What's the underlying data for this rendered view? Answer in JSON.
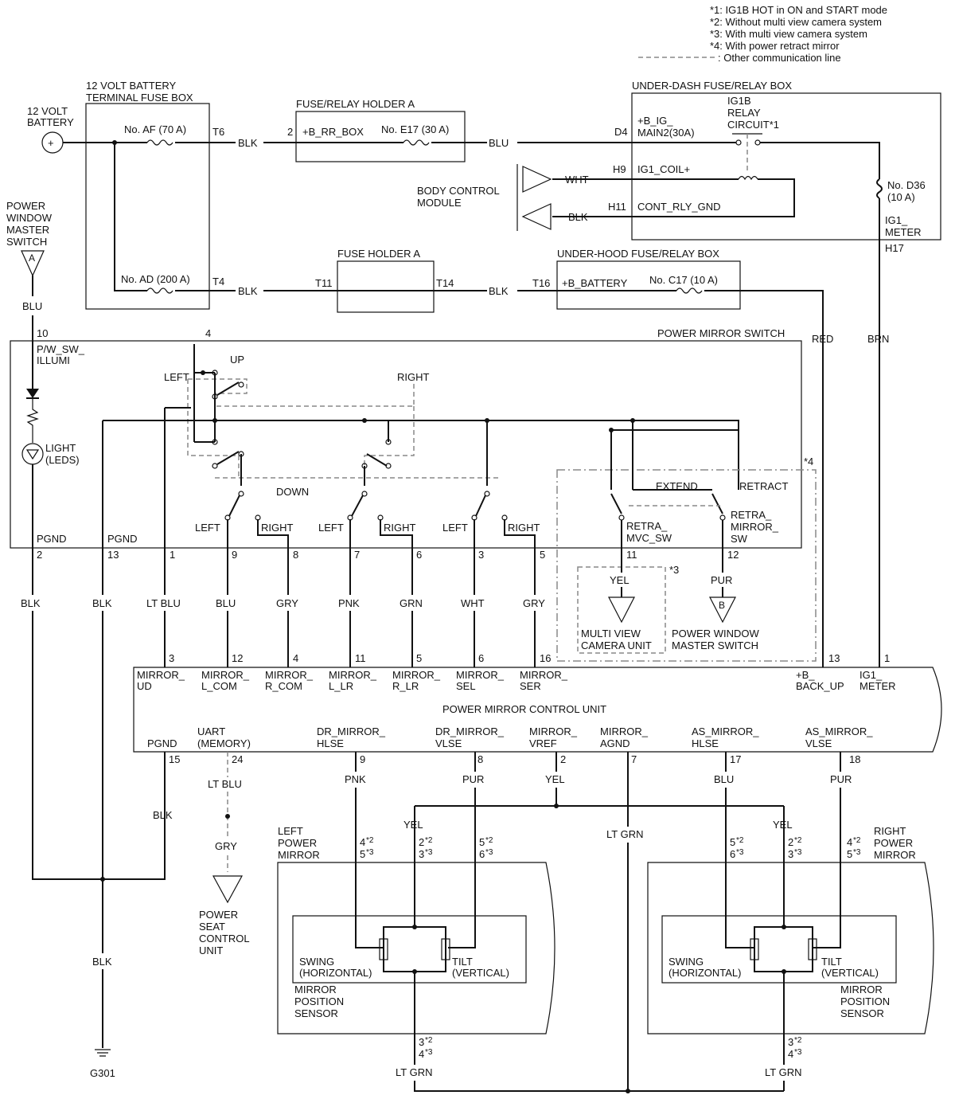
{
  "notes": [
    "*1: IG1B HOT in ON and START mode",
    "*2: Without multi view camera system",
    "*3: With multi view camera system",
    "*4: With power retract mirror",
    ": Other communication line"
  ],
  "battery": {
    "l1": "12 VOLT",
    "l2": "BATTERY"
  },
  "terminal_box": {
    "l1": "12 VOLT BATTERY",
    "l2": "TERMINAL FUSE BOX",
    "fuse_af": "No. AF (70 A)",
    "fuse_ad": "No. AD (200 A)",
    "t6": "T6",
    "t4": "T4"
  },
  "fuse_holder_a_relay": {
    "title": "FUSE/RELAY HOLDER A",
    "pin": "2",
    "net": "+B_RR_BOX",
    "fuse": "No. E17 (30 A)"
  },
  "fuse_holder_a": {
    "title": "FUSE HOLDER A",
    "t11": "T11",
    "t14": "T14"
  },
  "under_dash": {
    "title": "UNDER-DASH FUSE/RELAY BOX",
    "relay_l1": "IG1B",
    "relay_l2": "RELAY",
    "relay_l3": "CIRCUIT*1",
    "d4": "D4",
    "main_l1": "+B_IG_",
    "main_l2": "MAIN2(30A)",
    "h9": "H9",
    "coil": "IG1_COIL+",
    "h11": "H11",
    "gnd": "CONT_RLY_GND",
    "fuse_d36_l1": "No. D36",
    "fuse_d36_l2": "(10 A)",
    "ig1_l1": "IG1_",
    "ig1_l2": "METER",
    "h17": "H17"
  },
  "bcm": {
    "l1": "BODY CONTROL",
    "l2": "MODULE",
    "wht": "WHT",
    "blk": "BLK"
  },
  "under_hood": {
    "title": "UNDER-HOOD FUSE/RELAY BOX",
    "t16": "T16",
    "net": "+B_BATTERY",
    "fuse": "No. C17 (10 A)"
  },
  "pw_master": {
    "l1": "POWER",
    "l2": "WINDOW",
    "l3": "MASTER",
    "l4": "SWITCH",
    "conn": "A",
    "wire": "BLU"
  },
  "wire_labels": {
    "blk1": "BLK",
    "blu1": "BLU",
    "blk2": "BLK",
    "blk3": "BLK",
    "red": "RED",
    "brn": "BRN"
  },
  "switch": {
    "title": "POWER MIRROR SWITCH",
    "pin10": "10",
    "illumi_l1": "P/W_SW_",
    "illumi_l2": "ILLUMI",
    "pin4": "4",
    "left": "LEFT",
    "up": "UP",
    "right": "RIGHT",
    "down": "DOWN",
    "light_l1": "LIGHT",
    "light_l2": "(LEDS)",
    "extend": "EXTEND",
    "retract": "RETRACT",
    "note4": "*4",
    "sel_left1": "LEFT",
    "sel_right1": "RIGHT",
    "sel_left2": "LEFT",
    "sel_right2": "RIGHT",
    "sel_left3": "LEFT",
    "sel_right3": "RIGHT",
    "retra_mvc_l1": "RETRA_",
    "retra_mvc_l2": "MVC_SW",
    "retra_mir_l1": "RETRA_",
    "retra_mir_l2": "MIRROR_",
    "retra_mir_l3": "SW",
    "pgnd1": "PGND",
    "pgnd2": "PGND"
  },
  "switch_pins": [
    "2",
    "13",
    "1",
    "9",
    "8",
    "7",
    "6",
    "3",
    "5",
    "11",
    "12"
  ],
  "switch_wires": [
    "BLK",
    "BLK",
    "LT BLU",
    "BLU",
    "GRY",
    "PNK",
    "GRN",
    "WHT",
    "GRY"
  ],
  "camera": {
    "wire": "YEL",
    "note": "*3",
    "l1": "MULTI VIEW",
    "l2": "CAMERA UNIT"
  },
  "pw_master_b": {
    "wire": "PUR",
    "conn": "B",
    "l1": "POWER WINDOW",
    "l2": "MASTER SWITCH"
  },
  "control_unit": {
    "title": "POWER MIRROR CONTROL UNIT",
    "top_pins": [
      "3",
      "12",
      "4",
      "11",
      "5",
      "6",
      "16",
      "13",
      "1"
    ],
    "top_l1": [
      "MIRROR_",
      "MIRROR_",
      "MIRROR_",
      "MIRROR_",
      "MIRROR_",
      "MIRROR_",
      "MIRROR_",
      "+B_",
      "IG1_"
    ],
    "top_l2": [
      "UD",
      "L_COM",
      "R_COM",
      "L_LR",
      "R_LR",
      "SEL",
      "SER",
      "BACK_UP",
      "METER"
    ],
    "bot_l1": [
      "PGND",
      "UART",
      "DR_MIRROR_",
      "DR_MIRROR_",
      "MIRROR_",
      "MIRROR_",
      "AS_MIRROR_",
      "AS_MIRROR_"
    ],
    "bot_l2": [
      "",
      "(MEMORY)",
      "HLSE",
      "VLSE",
      "VREF",
      "AGND",
      "HLSE",
      "VLSE"
    ],
    "bot_pins": [
      "15",
      "24",
      "9",
      "8",
      "2",
      "7",
      "17",
      "18"
    ]
  },
  "lower_wires": {
    "blk": "BLK",
    "ltblu": "LT BLU",
    "gry": "GRY",
    "pnk": "PNK",
    "pur1": "PUR",
    "yel": "YEL",
    "blu": "BLU",
    "pur2": "PUR",
    "yel_l": "YEL",
    "yel_r": "YEL",
    "ltgrn_mid": "LT GRN",
    "blk_g": "BLK",
    "ltgrn_l": "LT GRN",
    "ltgrn_r": "LT GRN"
  },
  "power_seat": {
    "l1": "POWER",
    "l2": "SEAT",
    "l3": "CONTROL",
    "l4": "UNIT"
  },
  "ground": "G301",
  "left_mirror": {
    "l1": "LEFT",
    "l2": "POWER",
    "l3": "MIRROR",
    "pin_a1": "4",
    "pin_a2": "5",
    "pin_b1": "2",
    "pin_b2": "3",
    "pin_c1": "5",
    "pin_c2": "6",
    "pin_d1": "3",
    "pin_d2": "4"
  },
  "right_mirror": {
    "l1": "RIGHT",
    "l2": "POWER",
    "l3": "MIRROR",
    "pin_a1": "5",
    "pin_a2": "6",
    "pin_b1": "2",
    "pin_b2": "3",
    "pin_c1": "4",
    "pin_c2": "5",
    "pin_d1": "3",
    "pin_d2": "4"
  },
  "sensor": {
    "swing_l1": "SWING",
    "swing_l2": "(HORIZONTAL)",
    "tilt_l1": "TILT",
    "tilt_l2": "(VERTICAL)",
    "name_l1": "MIRROR",
    "name_l2": "POSITION",
    "name_l3": "SENSOR"
  },
  "marks": {
    "s1": "*1",
    "s2": "*2",
    "s3": "*3"
  }
}
